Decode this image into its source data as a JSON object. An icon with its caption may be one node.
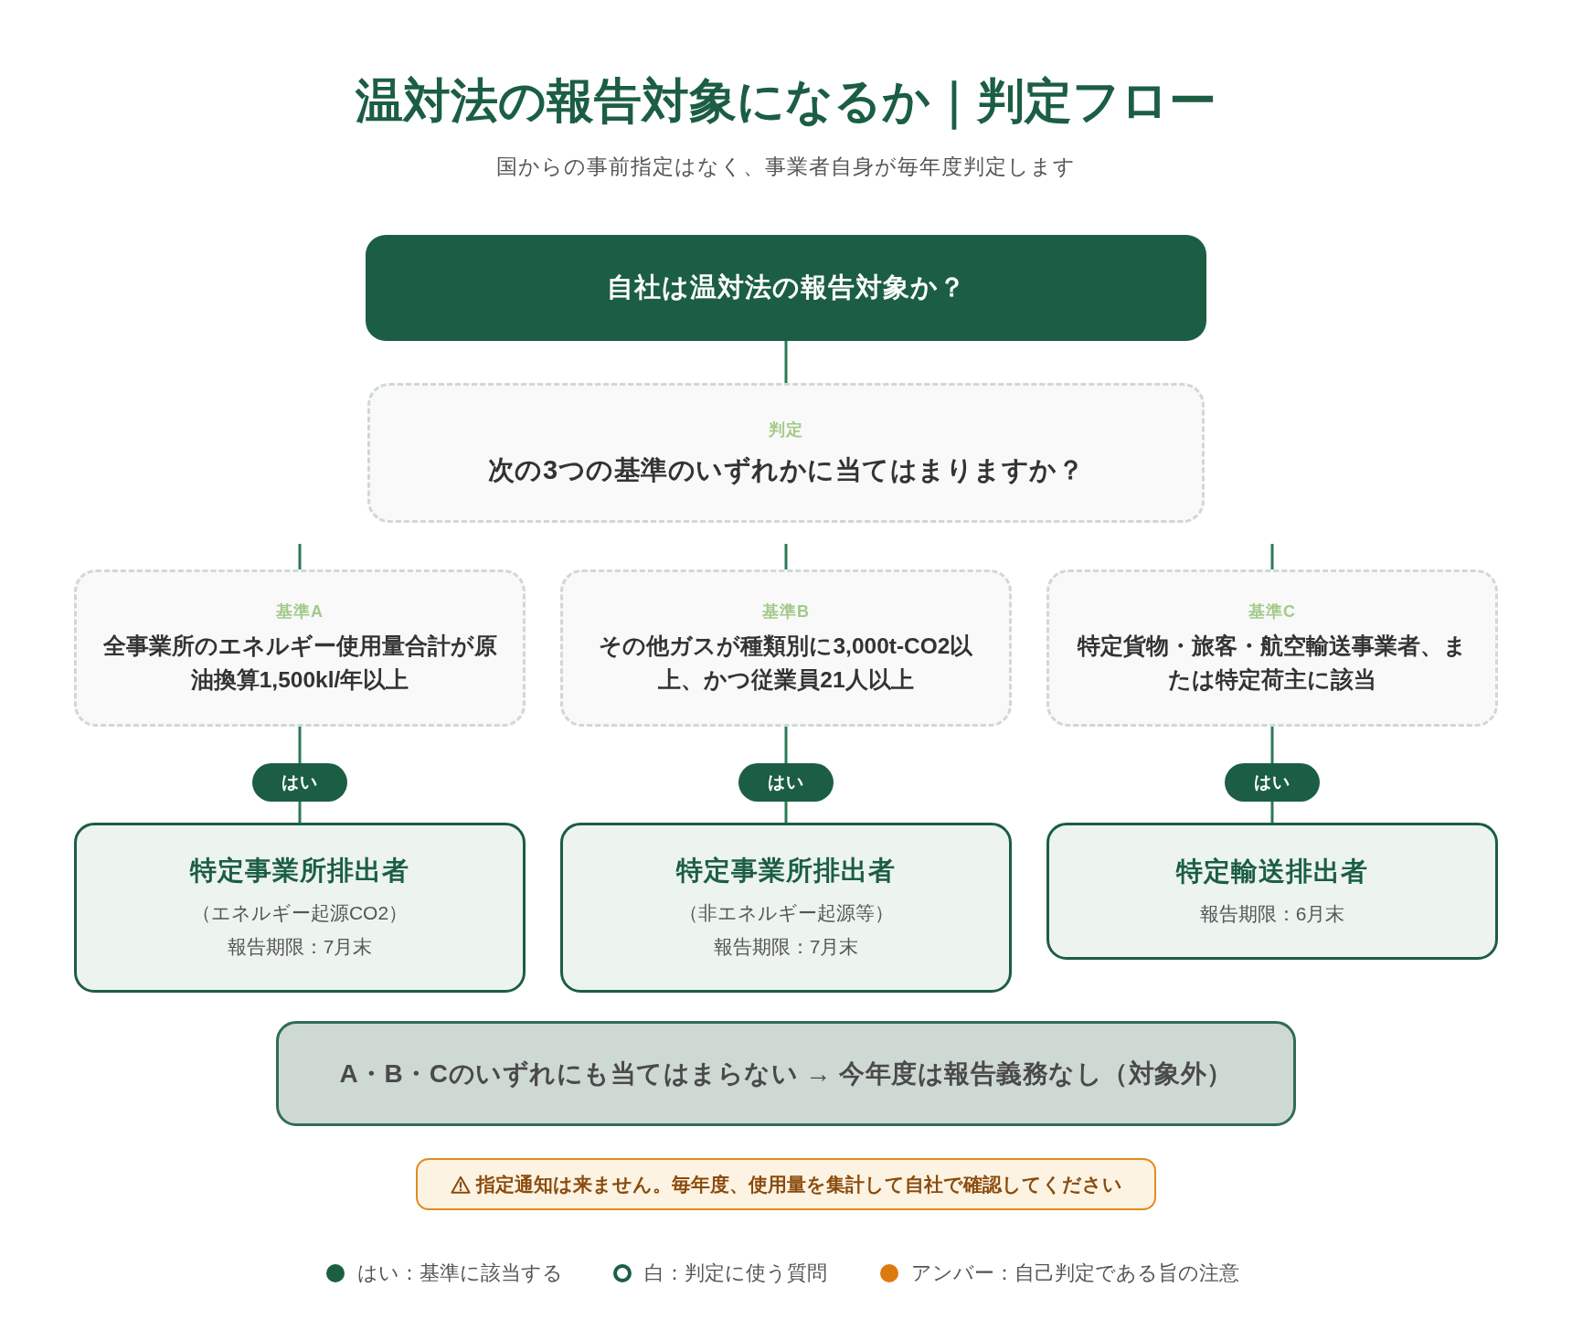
{
  "diagram": {
    "title": "温対法の報告対象になるか｜判定フロー",
    "nodes": [
      {
        "text": [
          "自社は温対法の報告対象か？"
        ]
      },
      {
        "text": [
          "判定",
          "次の3つの基準のいずれかに当てはまりますか？"
        ]
      },
      {
        "text": [
          "基準A",
          "全事業所のエネルギー使用量合計が原油換算1,500kl/年以上"
        ]
      },
      {
        "text": [
          "基準B",
          "その他ガスが種類別に3,000t-CO2以上、かつ従業員21人以上"
        ]
      },
      {
        "text": [
          "基準C",
          "特定貨物・旅客・航空輸送事業者、または特定荷主に該当"
        ]
      },
      {
        "text": [
          "はい"
        ]
      },
      {
        "text": [
          "はい"
        ]
      },
      {
        "text": [
          "はい"
        ]
      },
      {
        "text": [
          "特定事業所排出者",
          "（エネルギー起源CO2）",
          "報告期限：7月末"
        ]
      },
      {
        "text": [
          "特定事業所排出者",
          "（非エネルギー起源等）",
          "報告期限：7月末"
        ]
      },
      {
        "text": [
          "特定輸送排出者",
          "報告期限：6月末"
        ]
      },
      {
        "text": [
          "A・B・Cのいずれにも当てはまらない → 今年度は報告義務なし（対象外）"
        ]
      },
      {
        "text": [
          "指定通知は来ません。毎年度、使用量を集計して自社で確認してください"
        ]
      }
    ],
    "edges": [
      {
        "from": 0,
        "to": 1,
        "arrow": "none"
      },
      {
        "from": null,
        "to": 2,
        "arrow": "none"
      },
      {
        "from": null,
        "to": 3,
        "arrow": "none"
      },
      {
        "from": null,
        "to": 4,
        "arrow": "none"
      },
      {
        "from": 2,
        "to": 5,
        "arrow": "none"
      },
      {
        "from": 3,
        "to": 6,
        "arrow": "none"
      },
      {
        "from": 4,
        "to": 7,
        "arrow": "none"
      },
      {
        "from": 5,
        "to": 8,
        "arrow": "none"
      },
      {
        "from": 6,
        "to": 9,
        "arrow": "none"
      },
      {
        "from": 7,
        "to": 10,
        "arrow": "none"
      }
    ],
    "labels": [
      "国からの事前指定はなく、事業者自身が毎年度判定します"
    ],
    "legend": [
      {
        "text": "はい：基準に該当する",
        "color": "#1b5e43"
      },
      {
        "text": "白：判定に使う質問"
      },
      {
        "text": "アンバー：自己判定である旨の注意",
        "color": "#dd7a0e"
      }
    ]
  }
}
